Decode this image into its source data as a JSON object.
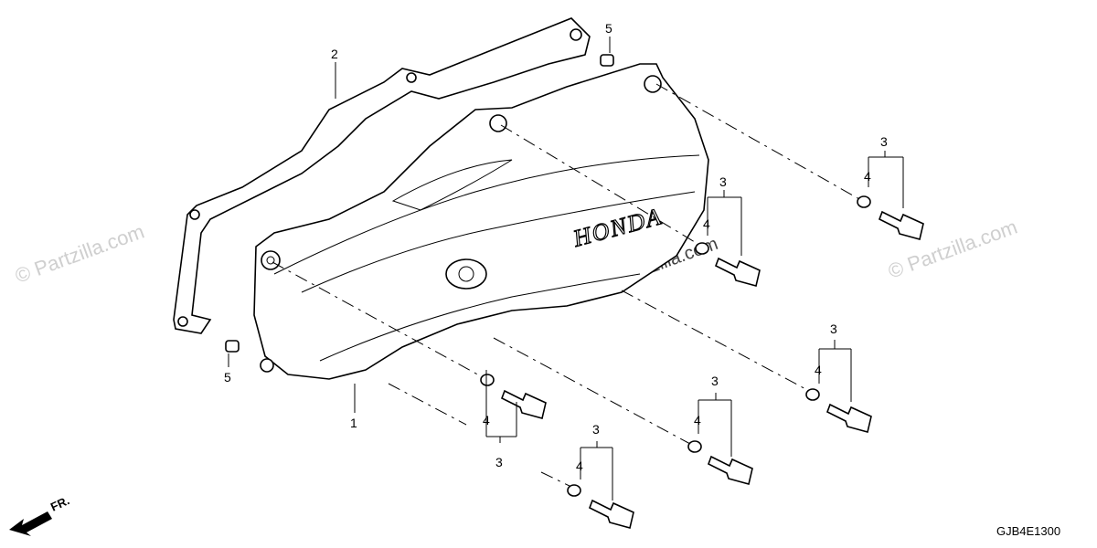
{
  "diagram": {
    "drawing_code": "GJB4E1300",
    "brand_mark": "HONDA",
    "front_indicator": "FR.",
    "watermark_text": "© Partzilla.com",
    "callouts": [
      {
        "id": "c1",
        "label": "1"
      },
      {
        "id": "c2",
        "label": "2"
      },
      {
        "id": "c5a",
        "label": "5"
      },
      {
        "id": "c5b",
        "label": "5"
      },
      {
        "id": "c3a",
        "label": "3"
      },
      {
        "id": "c4a",
        "label": "4"
      },
      {
        "id": "c3b",
        "label": "3"
      },
      {
        "id": "c4b",
        "label": "4"
      },
      {
        "id": "c3c",
        "label": "3"
      },
      {
        "id": "c4c",
        "label": "4"
      },
      {
        "id": "c3d",
        "label": "3"
      },
      {
        "id": "c4d",
        "label": "4"
      },
      {
        "id": "c3e",
        "label": "3"
      },
      {
        "id": "c4e",
        "label": "4"
      },
      {
        "id": "c3f",
        "label": "3"
      },
      {
        "id": "c4f",
        "label": "4"
      }
    ]
  }
}
